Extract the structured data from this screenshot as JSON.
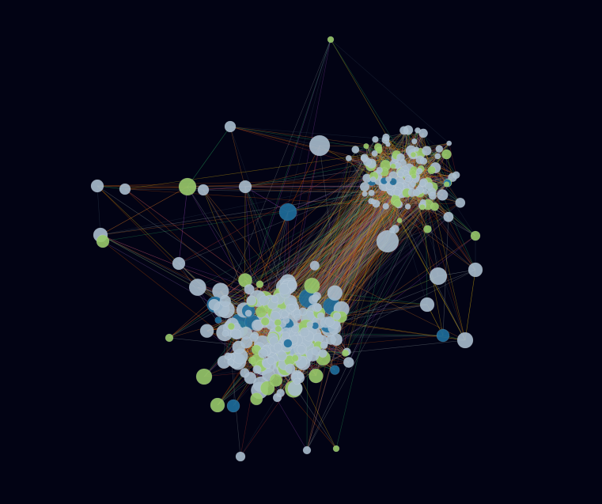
{
  "graph": {
    "background": "#020314",
    "node_colors": {
      "gray_blue": "#a9bccd",
      "green": "#98c96a",
      "blue": "#1e6e9c"
    },
    "edge_colors": [
      "#c0392b",
      "#d35400",
      "#e67e22",
      "#f1c40f",
      "#8e44ad",
      "#27ae60",
      "#95a5a6",
      "#7f8c8d",
      "#2c3e50"
    ],
    "clusters": [
      {
        "name": "upper-right",
        "node_count": 140
      },
      {
        "name": "lower-left",
        "node_count": 230
      }
    ]
  }
}
